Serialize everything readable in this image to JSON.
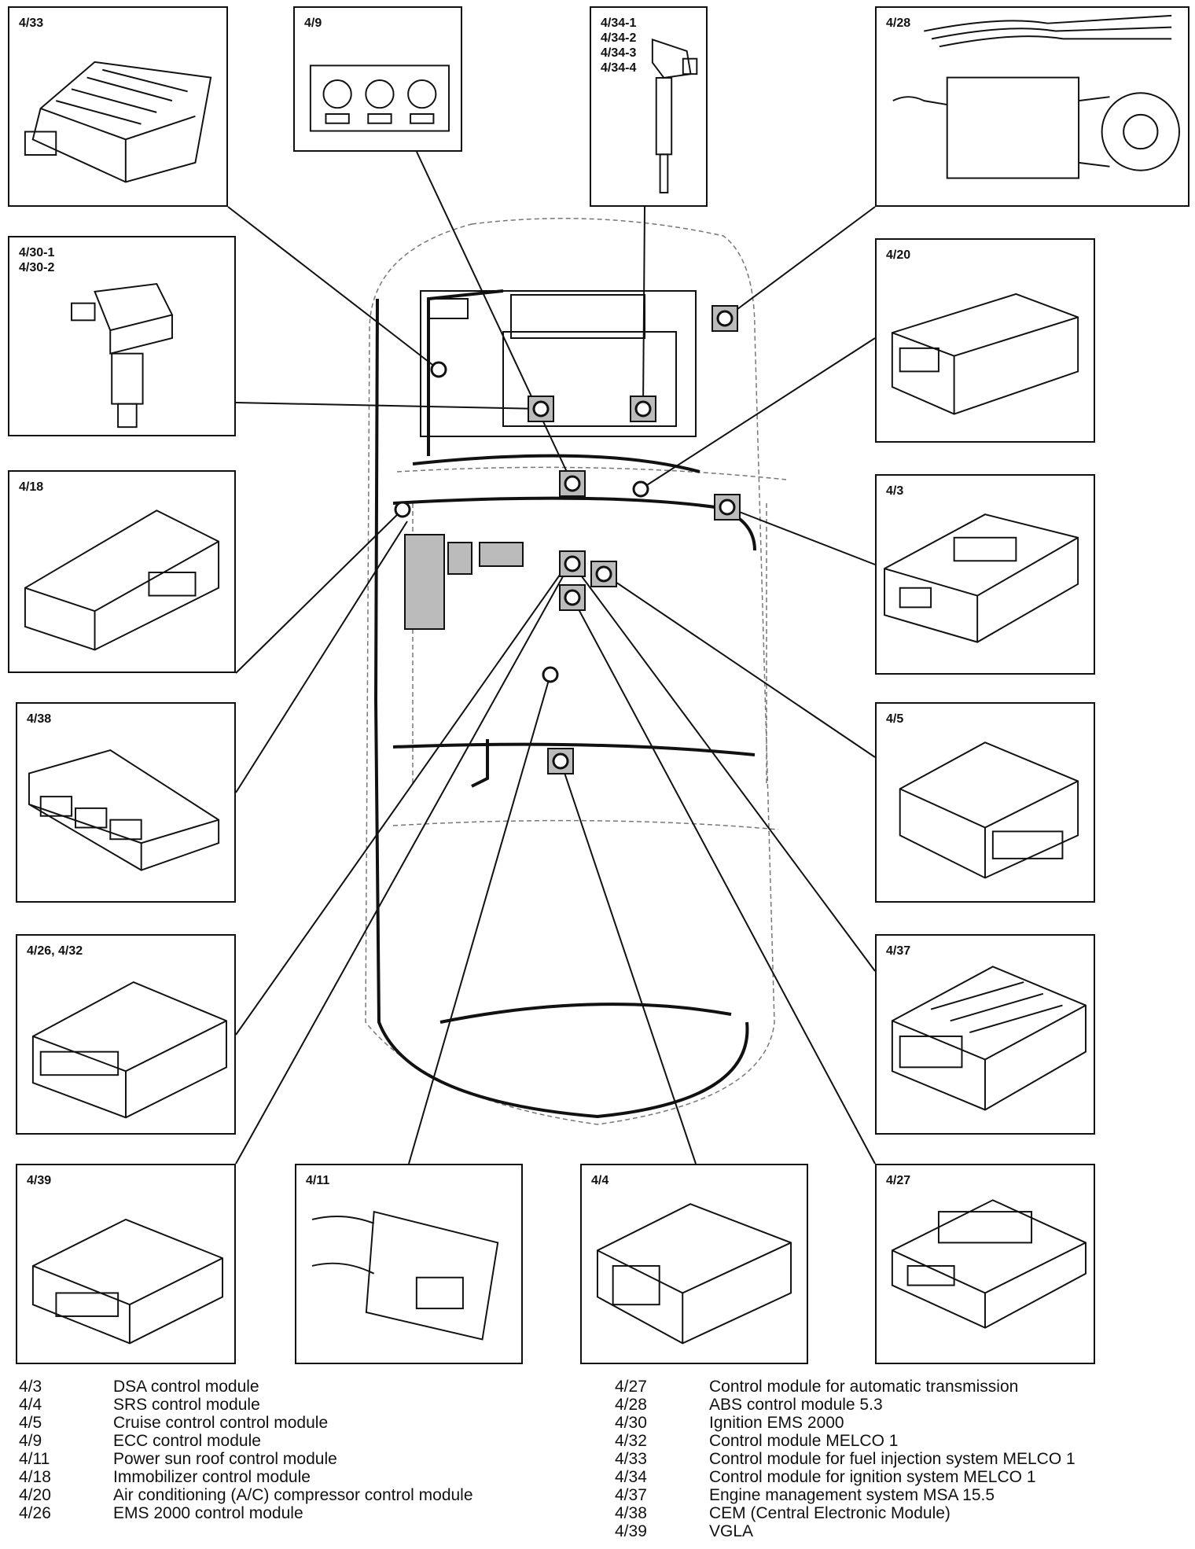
{
  "components": [
    {
      "id": "4-33",
      "label": "4/33",
      "icon": "fuel-injection-module-icon"
    },
    {
      "id": "4-9",
      "label": "4/9",
      "icon": "climate-control-panel-icon"
    },
    {
      "id": "4-34",
      "label": "4/34-1\n4/34-2\n4/34-3\n4/34-4",
      "icon": "ignition-coil-icon"
    },
    {
      "id": "4-28",
      "label": "4/28",
      "icon": "abs-modulator-icon"
    },
    {
      "id": "4-30",
      "label": "4/30-1\n4/30-2",
      "icon": "ignition-coil-icon"
    },
    {
      "id": "4-20",
      "label": "4/20",
      "icon": "control-box-icon"
    },
    {
      "id": "4-18",
      "label": "4/18",
      "icon": "immobilizer-module-icon"
    },
    {
      "id": "4-3",
      "label": "4/3",
      "icon": "control-box-icon"
    },
    {
      "id": "4-38",
      "label": "4/38",
      "icon": "cem-module-icon"
    },
    {
      "id": "4-5",
      "label": "4/5",
      "icon": "cruise-module-icon"
    },
    {
      "id": "4-26-32",
      "label": "4/26, 4/32",
      "icon": "ems-module-icon"
    },
    {
      "id": "4-37",
      "label": "4/37",
      "icon": "engine-management-module-icon"
    },
    {
      "id": "4-39",
      "label": "4/39",
      "icon": "vgla-module-icon"
    },
    {
      "id": "4-11",
      "label": "4/11",
      "icon": "sunroof-module-icon"
    },
    {
      "id": "4-4",
      "label": "4/4",
      "icon": "srs-module-icon"
    },
    {
      "id": "4-27",
      "label": "4/27",
      "icon": "transmission-module-icon"
    }
  ],
  "legend_left": [
    {
      "code": "4/3",
      "desc": "DSA control module"
    },
    {
      "code": "4/4",
      "desc": "SRS control module"
    },
    {
      "code": "4/5",
      "desc": "Cruise control control module"
    },
    {
      "code": "4/9",
      "desc": "ECC control module"
    },
    {
      "code": "4/11",
      "desc": "Power sun roof control module"
    },
    {
      "code": "4/18",
      "desc": "Immobilizer control module"
    },
    {
      "code": "4/20",
      "desc": "Air conditioning (A/C) compressor control module"
    },
    {
      "code": "4/26",
      "desc": "EMS 2000 control module"
    }
  ],
  "legend_right": [
    {
      "code": "4/27",
      "desc": "Control module for automatic transmission"
    },
    {
      "code": "4/28",
      "desc": "ABS control module 5.3"
    },
    {
      "code": "4/30",
      "desc": "Ignition EMS 2000"
    },
    {
      "code": "4/32",
      "desc": "Control module MELCO 1"
    },
    {
      "code": "4/33",
      "desc": "Control module for fuel injection system MELCO 1"
    },
    {
      "code": "4/34",
      "desc": "Control module for ignition system MELCO 1"
    },
    {
      "code": "4/37",
      "desc": "Engine management system MSA 15.5"
    },
    {
      "code": "4/38",
      "desc": "CEM (Central Electronic Module)"
    },
    {
      "code": "4/39",
      "desc": "VGLA"
    }
  ]
}
